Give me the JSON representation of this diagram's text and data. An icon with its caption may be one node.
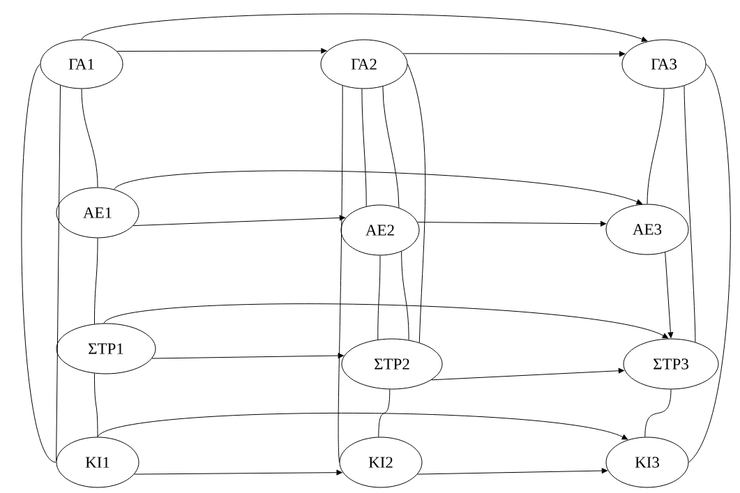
{
  "diagram": {
    "nodes": [
      {
        "text": [
          "ΓΑ1"
        ]
      },
      {
        "text": [
          "ΓΑ2"
        ]
      },
      {
        "text": [
          "ΓΑ3"
        ]
      },
      {
        "text": [
          "ΑΕ1"
        ]
      },
      {
        "text": [
          "ΑΕ2"
        ]
      },
      {
        "text": [
          "ΑΕ3"
        ]
      },
      {
        "text": [
          "ΣΤΡ1"
        ]
      },
      {
        "text": [
          "ΣΤΡ2"
        ]
      },
      {
        "text": [
          "ΣΤΡ3"
        ]
      },
      {
        "text": [
          "ΚΙ1"
        ]
      },
      {
        "text": [
          "ΚΙ2"
        ]
      },
      {
        "text": [
          "ΚΙ3"
        ]
      }
    ],
    "edges": [
      {
        "from": 0,
        "to": 1,
        "arrow": "to"
      },
      {
        "from": 1,
        "to": 2,
        "arrow": "to"
      },
      {
        "from": 3,
        "to": 4,
        "arrow": "to"
      },
      {
        "from": 4,
        "to": 5,
        "arrow": "to"
      },
      {
        "from": 6,
        "to": 7,
        "arrow": "to"
      },
      {
        "from": 7,
        "to": 8,
        "arrow": "to"
      },
      {
        "from": 9,
        "to": 10,
        "arrow": "to"
      },
      {
        "from": 10,
        "to": 11,
        "arrow": "to"
      },
      {
        "from": 0,
        "to": 2,
        "arrow": "to"
      },
      {
        "from": 3,
        "to": 5,
        "arrow": "to"
      },
      {
        "from": 6,
        "to": 8,
        "arrow": "to"
      },
      {
        "from": 9,
        "to": 11,
        "arrow": "to"
      },
      {
        "from": 0,
        "to": 3,
        "arrow": "none"
      },
      {
        "from": 3,
        "to": 6,
        "arrow": "none"
      },
      {
        "from": 6,
        "to": 9,
        "arrow": "none"
      },
      {
        "from": 0,
        "to": 9,
        "arrow": "none"
      },
      {
        "from": 0,
        "to": 9,
        "arrow": "none"
      },
      {
        "from": 1,
        "to": 4,
        "arrow": "none"
      },
      {
        "from": 1,
        "to": 4,
        "arrow": "none"
      },
      {
        "from": 4,
        "to": 7,
        "arrow": "none"
      },
      {
        "from": 4,
        "to": 7,
        "arrow": "none"
      },
      {
        "from": 7,
        "to": 10,
        "arrow": "none"
      },
      {
        "from": 1,
        "to": 7,
        "arrow": "none"
      },
      {
        "from": 1,
        "to": 10,
        "arrow": "none"
      },
      {
        "from": 2,
        "to": 5,
        "arrow": "none"
      },
      {
        "from": 5,
        "to": 8,
        "arrow": "to"
      },
      {
        "from": 8,
        "to": 11,
        "arrow": "none"
      },
      {
        "from": 2,
        "to": 8,
        "arrow": "none"
      },
      {
        "from": 2,
        "to": 11,
        "arrow": "none"
      }
    ]
  }
}
